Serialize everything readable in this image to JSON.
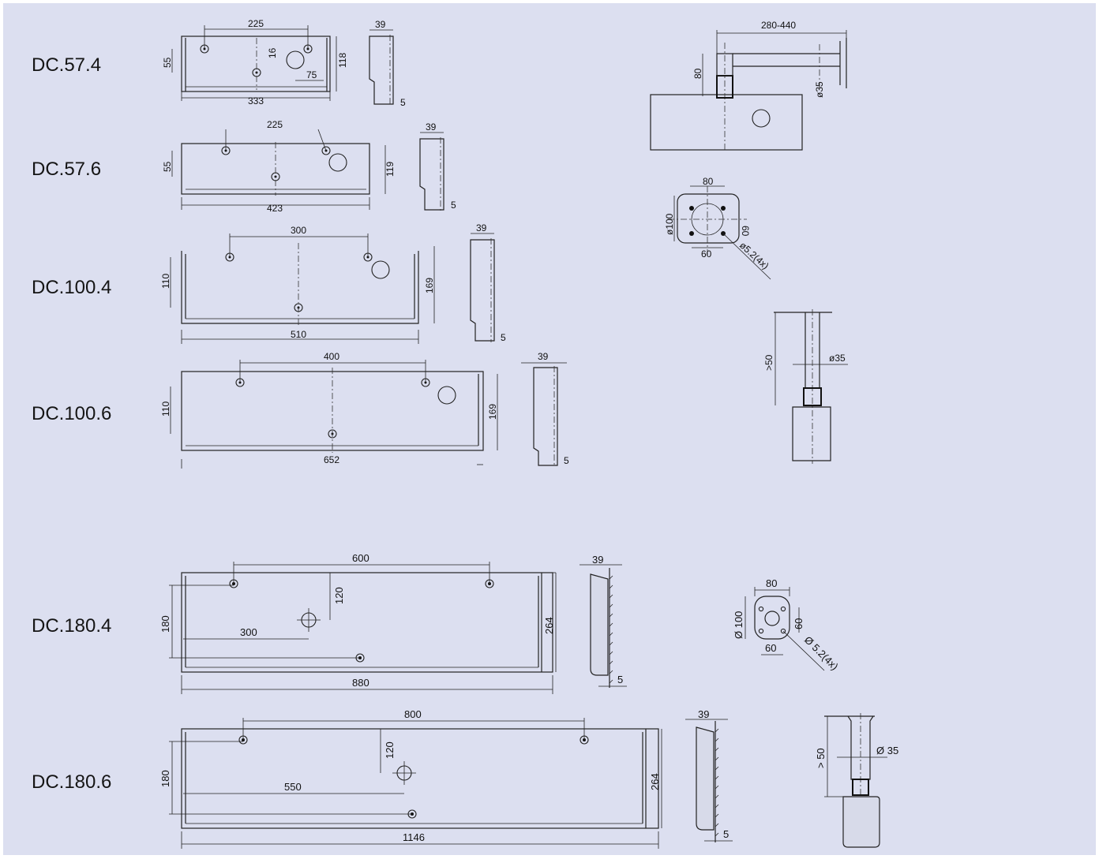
{
  "colors": {
    "background": "#dcdff0",
    "line": "#222222"
  },
  "models": [
    {
      "label": "DC.57.4",
      "dims": {
        "width": "333",
        "holes": "225",
        "height": "118",
        "side_h": "55",
        "depth": "39",
        "thickness": "5",
        "extra1": "16",
        "extra2": "75"
      }
    },
    {
      "label": "DC.57.6",
      "dims": {
        "width": "423",
        "holes": "225",
        "height": "119",
        "side_h": "55",
        "depth": "39",
        "thickness": "5"
      }
    },
    {
      "label": "DC.100.4",
      "dims": {
        "width": "510",
        "holes": "300",
        "height": "169",
        "side_h": "110",
        "depth": "39",
        "thickness": "5"
      }
    },
    {
      "label": "DC.100.6",
      "dims": {
        "width": "652",
        "holes": "400",
        "height": "169",
        "side_h": "110",
        "depth": "39",
        "thickness": "5"
      }
    },
    {
      "label": "DC.180.4",
      "dims": {
        "width": "880",
        "holes": "600",
        "height": "264",
        "side_h": "180",
        "center_v": "120",
        "center_h": "300",
        "depth": "39",
        "thickness": "5"
      }
    },
    {
      "label": "DC.180.6",
      "dims": {
        "width": "1146",
        "holes": "800",
        "height": "264",
        "side_h": "180",
        "center_v": "120",
        "center_h": "550",
        "depth": "39",
        "thickness": "5"
      }
    }
  ],
  "mount_top": {
    "arm": {
      "reach": "280-440",
      "height": "80",
      "diameter": "ø35"
    },
    "flange": {
      "w": "80",
      "d": "ø100",
      "a": "60",
      "b": "60",
      "holes": "ø5.2(4x)"
    },
    "post": {
      "length": ">50",
      "diameter": "ø35"
    }
  },
  "mount_bottom": {
    "flange": {
      "w": "80",
      "d": "Ø 100",
      "a": "60",
      "b": "60",
      "holes": "Ø 5.2(4x)"
    },
    "post": {
      "length": "> 50",
      "diameter": "Ø 35"
    }
  }
}
